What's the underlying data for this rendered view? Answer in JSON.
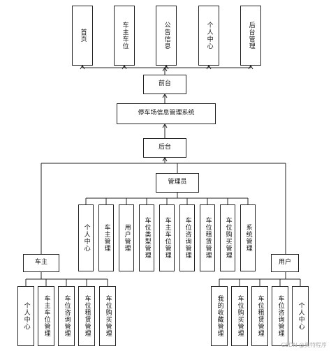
{
  "diagram": {
    "front": {
      "modules": [
        "首页",
        "车主车位",
        "公告信息",
        "个人中心",
        "后台管理"
      ],
      "title": "前台"
    },
    "system": "停车场信息管理系统",
    "back": "后台",
    "admin": {
      "title": "管理员",
      "modules": [
        "个人中心",
        "车主管理",
        "用户管理",
        "车位类型管理",
        "车主车位管理",
        "车位咨询管理",
        "车位租赁管理",
        "车位购买管理",
        "系统管理"
      ]
    },
    "owner": {
      "title": "车主",
      "modules": [
        "个人中心",
        "车主车位管理",
        "车位咨询管理",
        "车位租赁管理",
        "车位购买管理"
      ]
    },
    "user": {
      "title": "用户",
      "modules": [
        "我的收藏管理",
        "车位购买管理",
        "车位租赁管理",
        "车位咨询管理",
        "个人中心"
      ]
    }
  },
  "watermark": "CSDN @奥特程序"
}
